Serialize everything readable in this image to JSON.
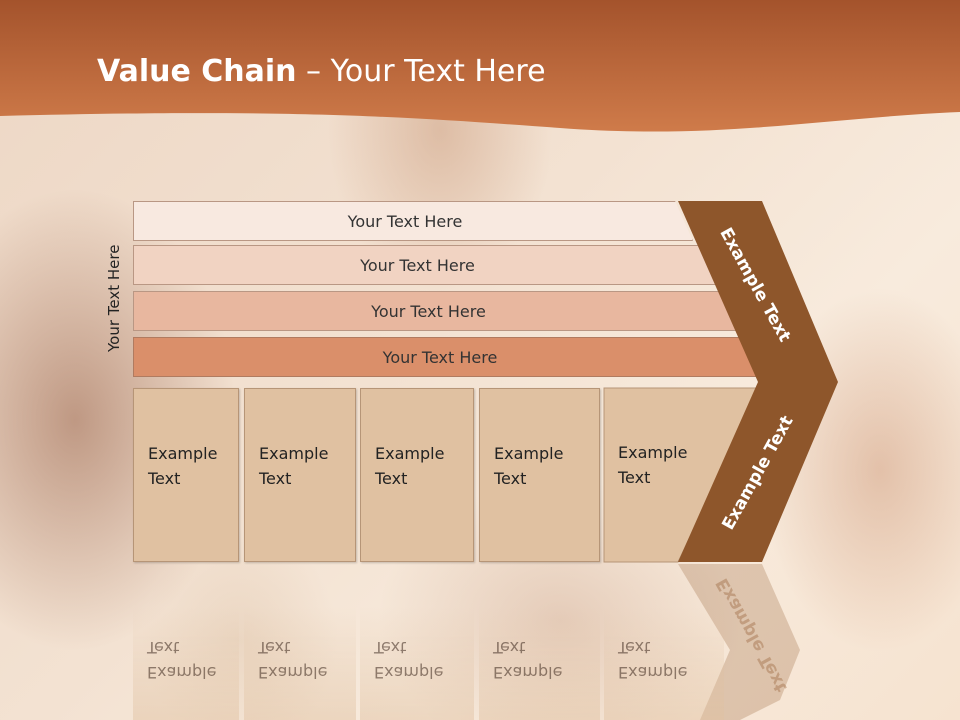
{
  "slide": {
    "title_bold": "Value Chain",
    "title_rest": " – Your Text Here",
    "side_label": "Your Text Here"
  },
  "bars": [
    {
      "label": "Your Text Here"
    },
    {
      "label": "Your Text Here"
    },
    {
      "label": "Your Text Here"
    },
    {
      "label": "Your Text Here"
    }
  ],
  "boxes": [
    {
      "label": "Example\nText"
    },
    {
      "label": "Example\nText"
    },
    {
      "label": "Example\nText"
    },
    {
      "label": "Example\nText"
    },
    {
      "label": "Example\nText"
    }
  ],
  "chevron": {
    "upper_label": "Example Text",
    "lower_label": "Example Text"
  },
  "colors": {
    "header": "#c06a3c",
    "chevron": "#8e562b",
    "box": "#e0c1a1"
  }
}
